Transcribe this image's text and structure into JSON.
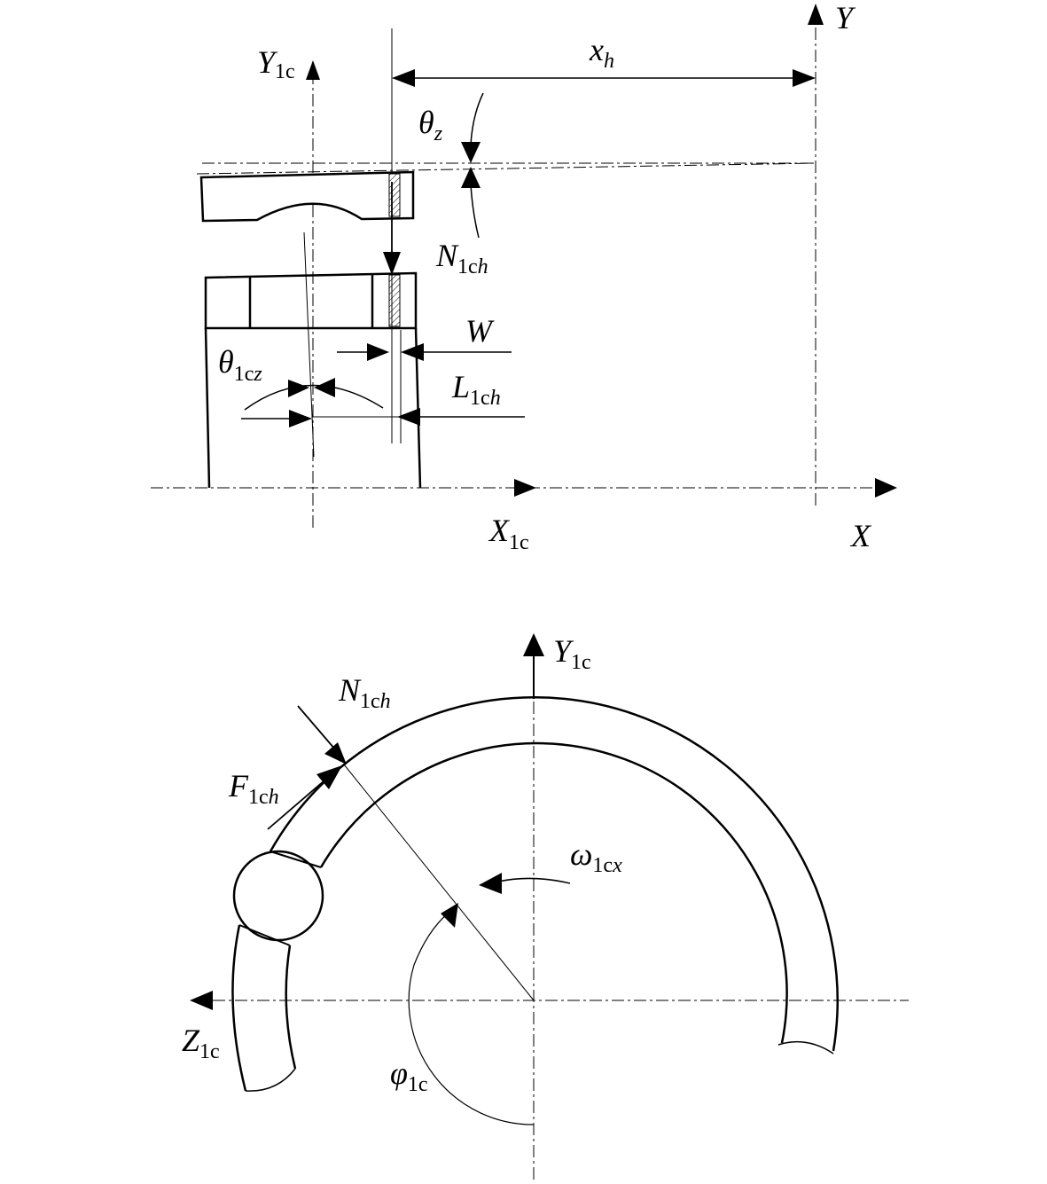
{
  "top_view": {
    "labels": {
      "y1c": {
        "main": "Y",
        "sub": "1c"
      },
      "y": {
        "main": "Y",
        "sub": ""
      },
      "xh": {
        "main": "x",
        "sub": "h"
      },
      "theta_z": {
        "main": "θ",
        "sub": "z"
      },
      "n1ch": {
        "main": "N",
        "sub": "1c",
        "sub_italic": "h"
      },
      "w": {
        "main": "W",
        "sub": ""
      },
      "theta_1cz": {
        "main": "θ",
        "sub": "1c",
        "sub_italic": "z"
      },
      "l1ch": {
        "main": "L",
        "sub": "1c",
        "sub_italic": "h"
      },
      "x1c": {
        "main": "X",
        "sub": "1c"
      },
      "x": {
        "main": "X",
        "sub": ""
      }
    }
  },
  "bottom_view": {
    "labels": {
      "y1c": {
        "main": "Y",
        "sub": "1c"
      },
      "n1ch": {
        "main": "N",
        "sub": "1c",
        "sub_italic": "h"
      },
      "f1ch": {
        "main": "F",
        "sub": "1c",
        "sub_italic": "h"
      },
      "omega_1cx": {
        "main": "ω",
        "sub": "1c",
        "sub_italic": "x"
      },
      "z1c": {
        "main": "Z",
        "sub": "1c"
      },
      "phi_1c": {
        "main": "φ",
        "sub": "1c"
      }
    }
  },
  "colors": {
    "ink": "#000000",
    "background": "#ffffff"
  }
}
